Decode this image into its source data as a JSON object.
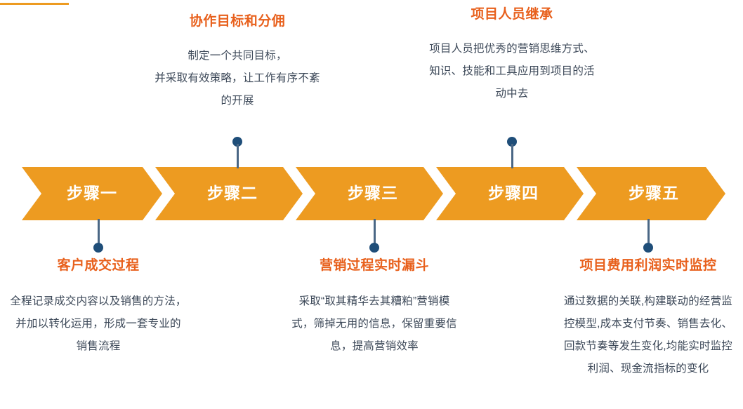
{
  "theme": {
    "band_color": "#ED9B21",
    "heading_color": "#E8601C",
    "body_color": "#3C4858",
    "connector_dot_color": "#1F4E79",
    "connector_line_color": "#4A6785",
    "step_label_color": "#FFFFFF",
    "background": "#FFFFFF"
  },
  "steps": [
    {
      "label": "步骤一"
    },
    {
      "label": "步骤二"
    },
    {
      "label": "步骤三"
    },
    {
      "label": "步骤四"
    },
    {
      "label": "步骤五"
    }
  ],
  "callouts": [
    {
      "position": "above",
      "step_index": 1,
      "title": "协作目标和分佣",
      "lines": [
        "制定一个共同目标，",
        "并采取有效策略，让工作有序不紊",
        "的开展"
      ]
    },
    {
      "position": "above",
      "step_index": 3,
      "title": "项目人员继承",
      "lines": [
        "项目人员把优秀的营销思维方式、",
        "知识、技能和工具应用到项目的活",
        "动中去"
      ]
    },
    {
      "position": "below",
      "step_index": 0,
      "title": "客户成交过程",
      "lines": [
        "全程记录成交内容以及销售的方法，",
        "并加以转化运用，形成一套专业的",
        "销售流程"
      ]
    },
    {
      "position": "below",
      "step_index": 2,
      "title": "营销过程实时漏斗",
      "lines": [
        "采取“取其精华去其糟粕”营销模",
        "式，筛掉无用的信息，保留重要信",
        "息，提高营销效率"
      ]
    },
    {
      "position": "below",
      "step_index": 4,
      "title": "项目费用利润实时监控",
      "lines": [
        "通过数据的关联,构建联动的经营监",
        "控模型,成本支付节奏、销售去化、",
        "回款节奏等发生变化,均能实时监控",
        "利润、现金流指标的变化"
      ]
    }
  ]
}
